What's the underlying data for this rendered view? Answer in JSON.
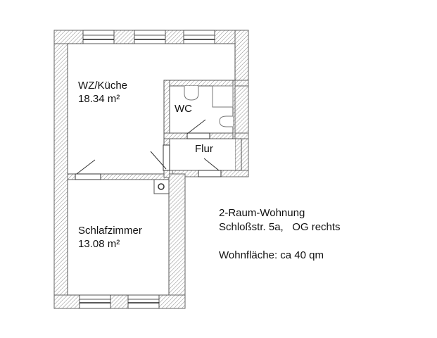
{
  "rooms": {
    "wz_kueche": {
      "name": "WZ/Küche",
      "area": "18.34 m²"
    },
    "wc": {
      "name": "WC"
    },
    "flur": {
      "name": "Flur"
    },
    "schlafzimmer": {
      "name": "Schlafzimmer",
      "area": "13.08 m²"
    }
  },
  "info": {
    "title": "2-Raum-Wohnung",
    "address": "Schloßstr. 5a,   OG rechts",
    "living_area": "Wohnfläche: ca 40 qm"
  },
  "colors": {
    "wall_hatch": "#808080",
    "line": "#333333",
    "background": "#ffffff"
  }
}
